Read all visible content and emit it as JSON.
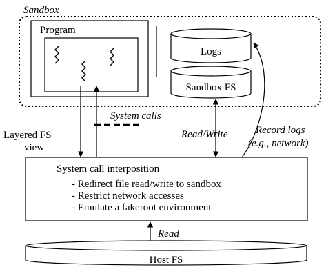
{
  "sandbox": {
    "title": "Sandbox",
    "program_label": "Program",
    "logs_label": "Logs",
    "sandbox_fs_label": "Sandbox FS"
  },
  "system_calls_label": "System calls",
  "layered_fs_label_line1": "Layered FS",
  "layered_fs_label_line2": "view",
  "read_write_label": "Read/Write",
  "record_logs_line1": "Record logs",
  "record_logs_line2": "(e.g., network)",
  "interposition": {
    "title": "System call interposition",
    "items": [
      "- Redirect file read/write to sandbox",
      "- Restrict network accesses",
      "- Emulate a fakeroot environment"
    ]
  },
  "read_label": "Read",
  "host_fs_label": "Host FS",
  "colors": {
    "stroke": "#000000",
    "background": "#ffffff"
  }
}
